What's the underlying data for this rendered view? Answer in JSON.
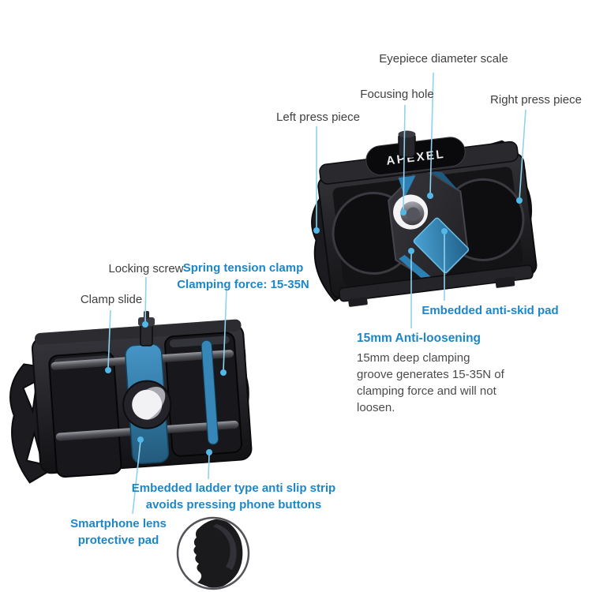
{
  "colors": {
    "accent_blue": "#1d86c8",
    "label_gray": "#3f3f41",
    "leader_line": "#8fd2ef",
    "dot_blue": "#52b8e8",
    "product_black": "#1b1b1e",
    "pad_highlight_blue": "#2c80b4"
  },
  "brand": {
    "logo": "APEXEL"
  },
  "top_product": {
    "labels": {
      "eyepiece": "Eyepiece diameter scale",
      "focusing_hole": "Focusing hole",
      "right_press": "Right press piece",
      "left_press": "Left press piece",
      "anti_skid": "Embedded anti-skid pad"
    },
    "callout": {
      "title": "15mm Anti-loosening",
      "body": "15mm deep clamping groove generates 15-35N of clamping force and will not loosen."
    }
  },
  "bottom_product": {
    "labels": {
      "locking_screw": "Locking screw",
      "spring_clamp": [
        "Spring tension clamp",
        "Clamping force: 15-35N"
      ],
      "clamp_slide": "Clamp slide",
      "ladder_strip": [
        "Embedded ladder type anti slip strip",
        "avoids pressing phone buttons"
      ],
      "lens_pad": [
        "Smartphone lens",
        "protective pad"
      ]
    }
  }
}
